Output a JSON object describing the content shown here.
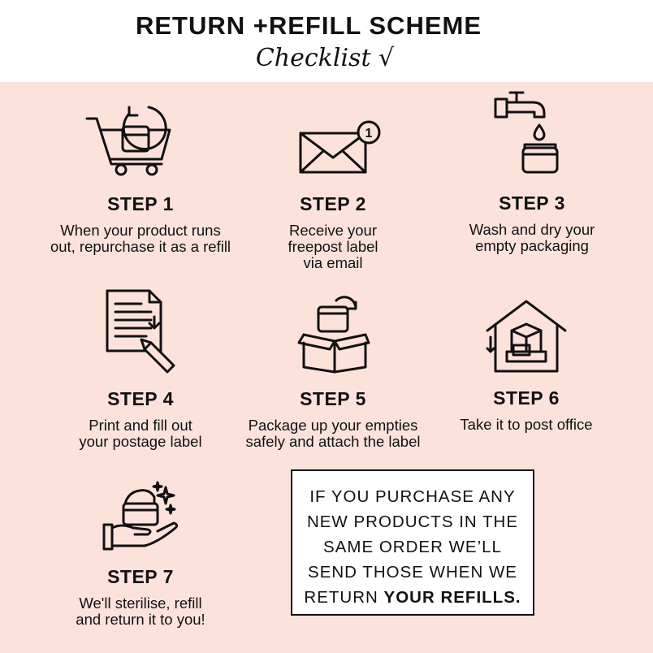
{
  "header": {
    "title": "RETURN +REFILL SCHEME",
    "subtitle": "Checklist √"
  },
  "steps": [
    {
      "label": "STEP 1",
      "desc": [
        "When your product runs",
        "out, repurchase it as a refill"
      ],
      "icon": "cart-refill-icon"
    },
    {
      "label": "STEP 2",
      "desc": [
        "Receive your",
        "freepost label",
        "via email"
      ],
      "icon": "envelope-notification-icon",
      "badge": "1"
    },
    {
      "label": "STEP 3",
      "desc": [
        "Wash and dry your",
        "empty packaging"
      ],
      "icon": "tap-wash-icon"
    },
    {
      "label": "STEP 4",
      "desc": [
        "Print and fill out",
        "your postage label"
      ],
      "icon": "document-pencil-icon"
    },
    {
      "label": "STEP 5",
      "desc": [
        "Package up your empties",
        "safely and attach the label"
      ],
      "icon": "open-box-icon"
    },
    {
      "label": "STEP 6",
      "desc": [
        "Take it to post office"
      ],
      "icon": "house-parcel-icon"
    },
    {
      "label": "STEP 7",
      "desc": [
        "We'll sterilise, refill",
        "and return it to you!"
      ],
      "icon": "hand-jar-sparkle-icon"
    }
  ],
  "notice": {
    "lines": [
      "IF YOU PURCHASE ANY",
      "NEW PRODUCTS IN THE",
      "SAME ORDER WE’LL",
      "SEND THOSE WHEN WE"
    ],
    "last_prefix": "RETURN ",
    "last_bold": "YOUR REFILLS."
  },
  "colors": {
    "panel_background": "#fbe3db",
    "ink": "#111111",
    "header_background": "#ffffff"
  }
}
